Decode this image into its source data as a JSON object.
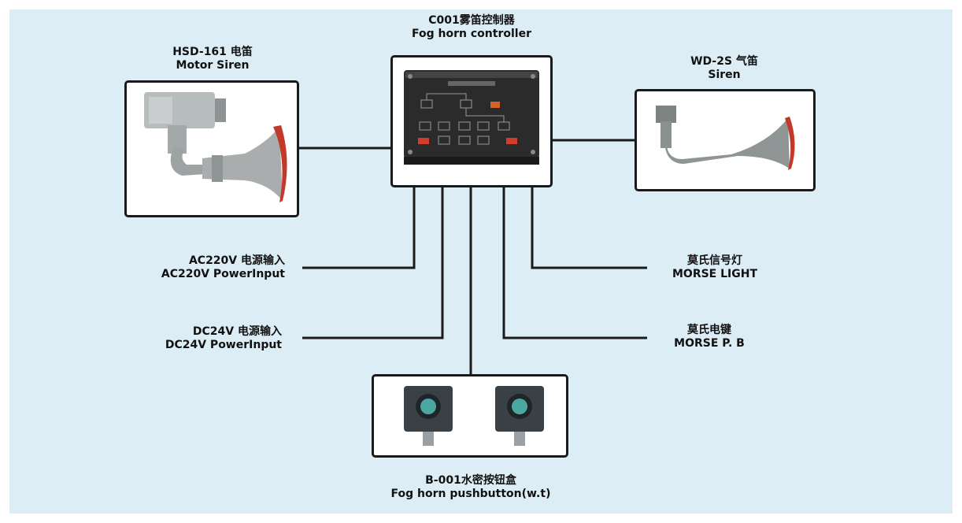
{
  "background_color": "#dcedf6",
  "line_color": "#1a1a1a",
  "nodes": {
    "controller": {
      "title_cn": "C001雾笛控制器",
      "title_en": "Fog horn controller"
    },
    "motor_siren": {
      "title_cn": "HSD-161 电笛",
      "title_en": "Motor Siren"
    },
    "air_siren": {
      "title_cn": "WD-2S 气笛",
      "title_en": "Siren"
    },
    "ac_power": {
      "title_cn": "AC220V 电源输入",
      "title_en": "AC220V PowerInput"
    },
    "dc_power": {
      "title_cn": "DC24V 电源输入",
      "title_en": "DC24V PowerInput"
    },
    "morse_light": {
      "title_cn": "莫氏信号灯",
      "title_en": "MORSE LIGHT"
    },
    "morse_key": {
      "title_cn": "莫氏电键",
      "title_en": "MORSE P. B"
    },
    "pushbutton": {
      "title_cn": "B-001水密按钮盒",
      "title_en": "Fog horn pushbutton(w.t)"
    }
  }
}
